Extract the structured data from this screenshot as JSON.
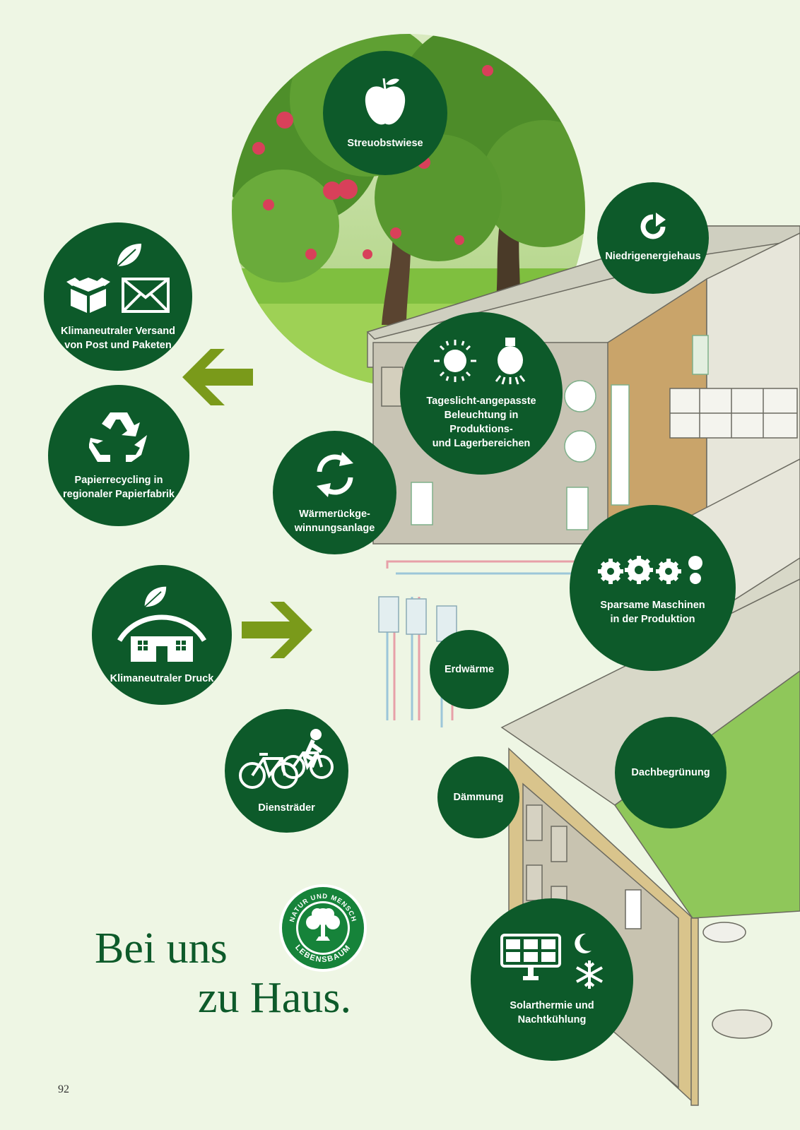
{
  "colors": {
    "background": "#eef6e4",
    "circle_green": "#0d5a2a",
    "arrow_green": "#7a9a1a",
    "title_green": "#0d5a2a"
  },
  "circles": {
    "streuobstwiese": {
      "label": "Streuobstwiese",
      "icon": "apple-icon"
    },
    "niedrigenergiehaus": {
      "label": "Niedrigenergiehaus",
      "icon": "rotate-arrow-icon"
    },
    "versand": {
      "label": "Klimaneutraler Versand\nvon Post und Paketen",
      "icons": [
        "box-icon",
        "envelope-icon",
        "leaf-icon"
      ]
    },
    "tageslicht": {
      "label": "Tageslicht-angepasste\nBeleuchtung in Produktions-\nund Lagerbereichen",
      "icons": [
        "sun-icon",
        "lightbulb-icon"
      ]
    },
    "papierrecycling": {
      "label": "Papierrecycling in\nregionaler Papierfabrik",
      "icon": "recycling-icon"
    },
    "waermerueckgewinnung": {
      "label": "Wärmerückge-\nwinnungsanlage",
      "icon": "cycle-arrows-icon"
    },
    "maschinen": {
      "label": "Sparsame Maschinen\nin der Produktion",
      "icon": "gears-icon"
    },
    "druck": {
      "label": "Klimaneutraler Druck",
      "icons": [
        "house-icon",
        "leaf-icon"
      ]
    },
    "erdwaerme": {
      "label": "Erdwärme"
    },
    "dienstraeder": {
      "label": "Diensträder",
      "icon": "bicycle-icon"
    },
    "daemmung": {
      "label": "Dämmung"
    },
    "dachbegruenung": {
      "label": "Dachbegrünung"
    },
    "solarthermie": {
      "label": "Solarthermie und\nNachtkühlung",
      "icons": [
        "solar-panel-icon",
        "moon-icon",
        "snowflake-icon"
      ]
    }
  },
  "title": {
    "line1": "Bei uns",
    "line2": "zu Haus."
  },
  "logo": {
    "ring_text": "NATUR UND MENSCH",
    "brand": "LEBENSBAUM",
    "icon": "tree-icon"
  },
  "page_number": "92"
}
